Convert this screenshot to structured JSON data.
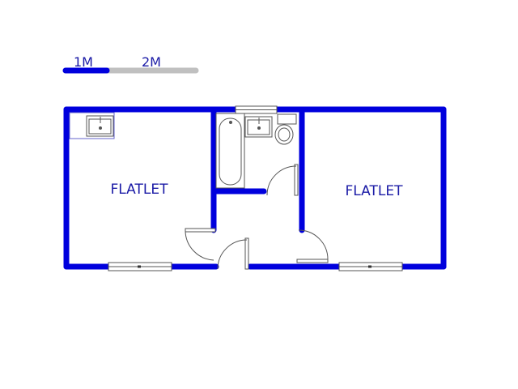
{
  "colors": {
    "wall": "#0000dd",
    "scale_fill": "#0000dd",
    "scale_empty": "#c0c0c0",
    "text": "#1a1aa6",
    "fixture": "#555555"
  },
  "scale_bar": {
    "label_1": "1M",
    "label_2": "2M"
  },
  "rooms": [
    {
      "name": "FLATLET"
    },
    {
      "name": "FLATLET"
    }
  ],
  "icons": [
    "sink-icon",
    "bathtub-icon",
    "toilet-icon",
    "door-swing-icon",
    "window-icon"
  ]
}
